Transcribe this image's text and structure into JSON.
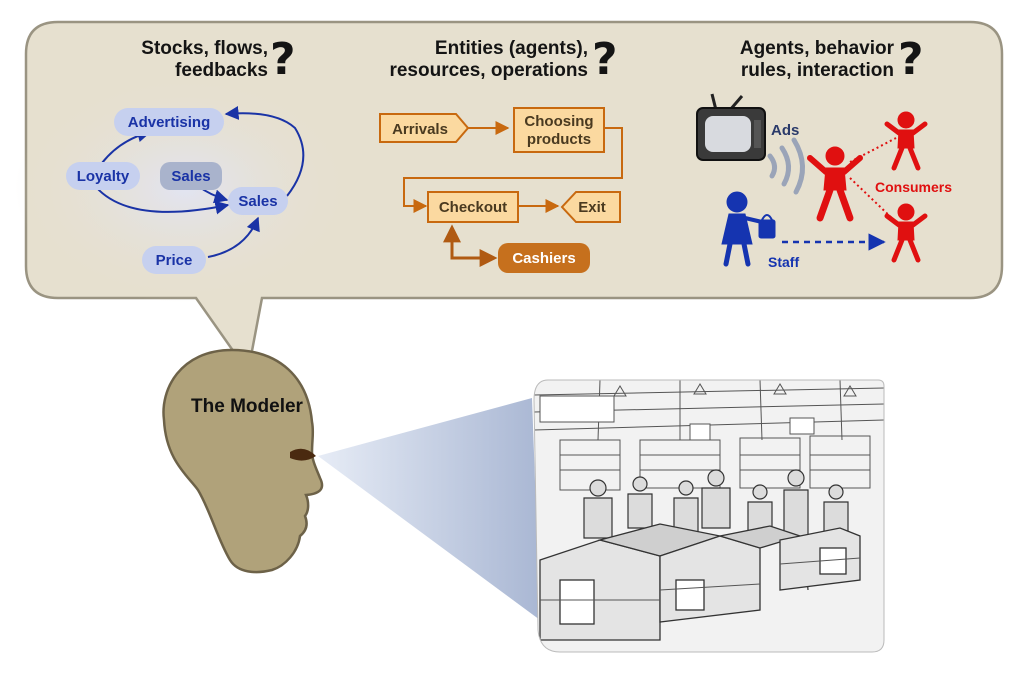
{
  "headers": {
    "sd_line1": "Stocks, flows,",
    "sd_line2": "feedbacks",
    "de_line1": "Entities (agents),",
    "de_line2": "resources, operations",
    "ab_line1": "Agents, behavior",
    "ab_line2": "rules, interaction",
    "question_mark": "?"
  },
  "system_dynamics": {
    "advertising": "Advertising",
    "loyalty": "Loyalty",
    "sales_inner": "Sales",
    "sales_outer": "Sales",
    "price": "Price"
  },
  "discrete_event": {
    "arrivals": "Arrivals",
    "choosing_line1": "Choosing",
    "choosing_line2": "products",
    "checkout": "Checkout",
    "exit": "Exit",
    "cashiers": "Cashiers"
  },
  "agent_based": {
    "ads": "Ads",
    "consumers": "Consumers",
    "staff": "Staff"
  },
  "modeler": {
    "label": "The Modeler"
  },
  "colors": {
    "bubble_fill": "#e6e0cf",
    "bubble_stroke": "#9a9482",
    "sd_blue": "#1a33a6",
    "de_orange": "#c8690f",
    "de_fill": "#fbd9a0",
    "agent_red": "#e01010",
    "agent_blue": "#1534b0",
    "head_fill": "#b0a27a"
  }
}
